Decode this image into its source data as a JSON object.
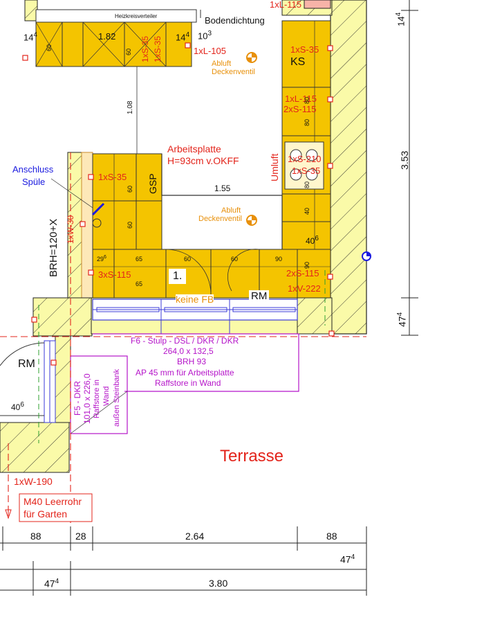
{
  "colors": {
    "cabinet": "#f4c400",
    "wall_fill": "#fafaa8",
    "red": "#e3241b",
    "orange": "#e8900a",
    "magenta": "#b514c9",
    "blue": "#1a1adf"
  },
  "top": {
    "heizkreisverteiler": "Heizkreisverteiler",
    "bodendichtung": "Bodendichtung",
    "top_right_label": "1xL-115",
    "dim_14_left": "14",
    "dim_14_left_sup": "4",
    "dim_182": "1.82",
    "dim_14_right": "14",
    "dim_14_right_sup": "4",
    "dim_10": "10",
    "dim_10_sup": "3",
    "dim_14_far": "14",
    "dim_14_far_sup": "4",
    "cab_60": "60",
    "cab_60b": "60",
    "label_1xs35_a": "1xS-35",
    "label_1xs35_b": "1xS-35",
    "label_1xl105": "1xL-105"
  },
  "center": {
    "abluft_top_1": "Abluft",
    "abluft_top_2": "Deckenventil",
    "dim_108": "1.08",
    "arbeitsplatte_1": "Arbeitsplatte",
    "arbeitsplatte_2": "H=93cm v.OKFF",
    "dim_155": "1.55",
    "abluft_mid_1": "Abluft",
    "abluft_mid_2": "Deckenventil",
    "umluft": "Umluft"
  },
  "right": {
    "label_1xs35": "1xS-35",
    "ks": "KS",
    "label_1xl115": "1xL-115",
    "label_2xs115": "2xS-115",
    "cab_80a": "80",
    "cab_80b": "80",
    "label_1xs210": "1xS-210",
    "label_1xs35b": "1xS-35",
    "cab_80c": "80",
    "cab_40": "40",
    "dim_40": "40",
    "dim_40_sup": "6",
    "cab_90": "90",
    "label_2xs115b": "2xS-115",
    "label_1xv222": "1xV-222",
    "dim_353": "3.53",
    "dim_474": "47",
    "dim_474_sup": "4"
  },
  "left": {
    "anschluss_1": "Anschluss",
    "anschluss_2": "Spüle",
    "label_1xs35": "1xS-35",
    "gsp": "GSP",
    "cab_60a": "60",
    "cab_60b": "60",
    "brh": "BRH=120+X",
    "label_1xw30": "1xW-30",
    "label_3xs115": "3xS-115",
    "dim_29": "29",
    "dim_29_sup": "6",
    "cab_65a": "65",
    "cab_65b": "65",
    "cab_60c": "60",
    "cab_60d": "60",
    "cab_90": "90",
    "step_1": "1.",
    "rm_1": "RM",
    "keine_fb": "keine FB"
  },
  "window_f6": {
    "line1": "F6 - Stulp - DSL / DKR / DKR",
    "line2": "264,0 x 132,5",
    "line3": "BRH 93",
    "line4": "AP 45 mm für Arbeitsplatte",
    "line5": "Raffstore in Wand"
  },
  "window_f5": {
    "line1": "F5 - DKR",
    "line2": "101,0 x 226,0",
    "line3": "Raffstore in",
    "line4": "Wand",
    "line5": "außen Steinbank"
  },
  "lower": {
    "rm_2": "RM",
    "dim_40": "40",
    "dim_40_sup": "6",
    "terrasse": "Terrasse",
    "label_1xw190": "1xW-190",
    "leerrohr_1": "M40 Leerrohr",
    "leerrohr_2": "für Garten"
  },
  "bottom_dims": {
    "d88a": "88",
    "d28": "28",
    "d264": "2.64",
    "d88b": "88",
    "d474a": "47",
    "d474a_sup": "4",
    "d474b": "47",
    "d474b_sup": "4",
    "d380": "3.80"
  }
}
